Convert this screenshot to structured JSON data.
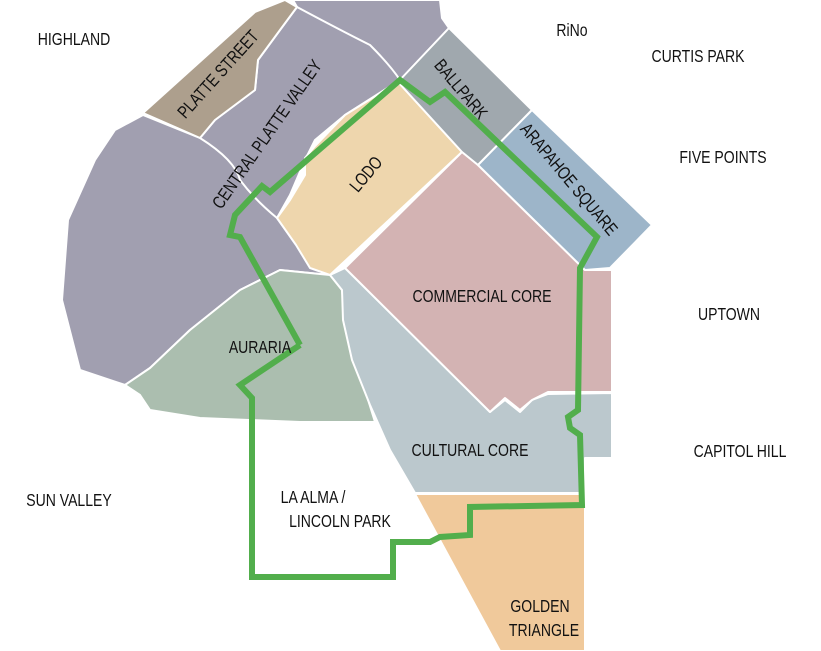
{
  "colors": {
    "purple": "#a19fb0",
    "platte_street": "#ad9f8d",
    "lodo": "#eed6ad",
    "ballpark": "#a0a8ae",
    "arapahoe_square": "#9db5c9",
    "commercial_core": "#d3b3b3",
    "cultural_core": "#bbc8cd",
    "auraria": "#abbeaf",
    "golden_triangle": "#f0c99b",
    "boundary": "#52ae4c"
  },
  "labels": {
    "highland": "HIGHLAND",
    "rino": "RiNo",
    "curtis_park": "CURTIS PARK",
    "five_points": "FIVE POINTS",
    "uptown": "UPTOWN",
    "capitol_hill": "CAPITOL HILL",
    "sun_valley": "SUN VALLEY",
    "platte_street": "PLATTE STREET",
    "central_platte_valley": "CENTRAL PLATTE VALLEY",
    "lodo": "LODO",
    "ballpark": "BALLPARK",
    "arapahoe_square": "ARAPAHOE SQUARE",
    "commercial_core": "COMMERCIAL CORE",
    "auraria": "AURARIA",
    "cultural_core": "CULTURAL CORE",
    "la_alma_line1": "LA ALMA /",
    "la_alma_line2": "LINCOLN PARK",
    "golden_triangle_line1": "GOLDEN",
    "golden_triangle_line2": "TRIANGLE"
  }
}
